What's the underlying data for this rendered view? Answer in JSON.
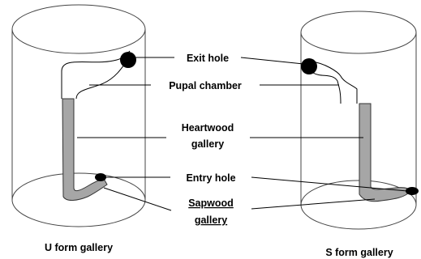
{
  "labels": {
    "exit_hole": "Exit hole",
    "pupal_chamber": "Pupal chamber",
    "heartwood_line1": "Heartwood",
    "heartwood_line2": "gallery",
    "entry_hole": "Entry hole",
    "sapwood_line1": "Sapwood",
    "sapwood_line2": "gallery"
  },
  "captions": {
    "u_form": "U form gallery",
    "s_form": "S form gallery"
  },
  "colors": {
    "gallery_fill": "#a6a6a6",
    "hole_fill": "#000000",
    "outline": "#444444"
  }
}
